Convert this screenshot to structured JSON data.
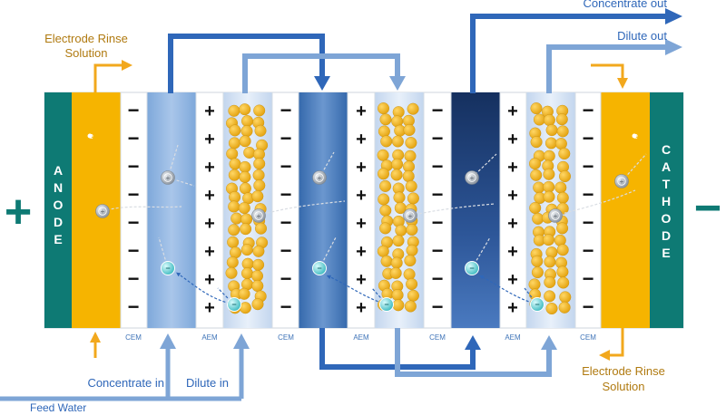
{
  "labels": {
    "anode": "ANODE",
    "cathode": "CATHODE",
    "plus_terminal": "+",
    "minus_terminal": "−",
    "electrode_rinse_top": [
      "Electrode Rinse",
      "Solution"
    ],
    "electrode_rinse_bottom": [
      "Electrode Rinse",
      "Solution"
    ],
    "concentrate_out": "Concentrate out",
    "dilute_out": "Dilute out",
    "concentrate_in": "Concentrate in",
    "dilute_in": "Dilute in",
    "feed_water": "Feed Water",
    "cem": "CEM",
    "aem": "AEM",
    "electron": "e",
    "cation_sign": "+",
    "anion_sign": "−",
    "membrane_plus": "+",
    "membrane_minus": "−"
  },
  "membranes": [
    "CEM",
    "AEM",
    "CEM",
    "AEM",
    "CEM",
    "AEM",
    "CEM"
  ],
  "compartments": [
    "electrode-rinse",
    "concentrate",
    "dilute",
    "concentrate",
    "dilute",
    "concentrate",
    "dilute",
    "electrode-rinse"
  ],
  "colors": {
    "electrode": "#0e7a74",
    "rinse": "#f6b400",
    "concentrate_light": "#8fb3df",
    "concentrate_mid": "#3f74b8",
    "concentrate_dark": "#1f3f7a",
    "dilute": "#d6e3f3",
    "particle": "#f0b31c",
    "anion": "#6fd5d8",
    "cation": "#9aa3ad",
    "flow_dark": "#2f67b9",
    "flow_light": "#7ea5d6",
    "rinse_arrow": "#f2a81d",
    "label_gold": "#b07a10",
    "label_blue": "#3f74b8"
  }
}
